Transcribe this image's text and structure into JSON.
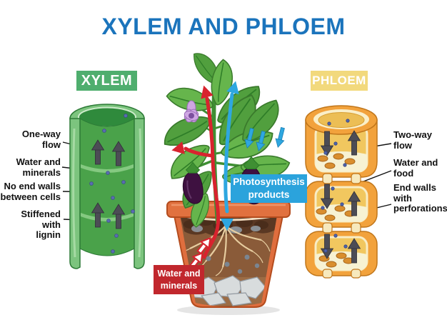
{
  "title": "XYLEM AND PHLOEM",
  "xylem": {
    "header": "XYLEM",
    "labels": {
      "one_way": "One-way\nflow",
      "water_minerals": "Water and\nminerals",
      "no_end_walls": "No end walls\nbetween cells",
      "lignin": "Stiffened with\nlignin"
    }
  },
  "phloem": {
    "header": "PHLOEM",
    "labels": {
      "two_way": "Two-way\nflow",
      "water_food": "Water and\nfood",
      "end_walls": "End walls\nwith\nperforations"
    }
  },
  "plant_callouts": {
    "photosynthesis": "Photosynthesis\nproducts",
    "water_minerals": "Water and\nminerals"
  },
  "colors": {
    "title_blue": "#1B74BC",
    "xylem_green": "#4FAE6E",
    "phloem_yellow": "#F2D97D",
    "photosynthesis_blue": "#2BA3DC",
    "water_red": "#C1272D",
    "label_black": "#111111",
    "xylem_tube_green": "#7CC47E",
    "phloem_tube_orange": "#F2A23C",
    "pot_terracotta": "#DF6E3E"
  }
}
